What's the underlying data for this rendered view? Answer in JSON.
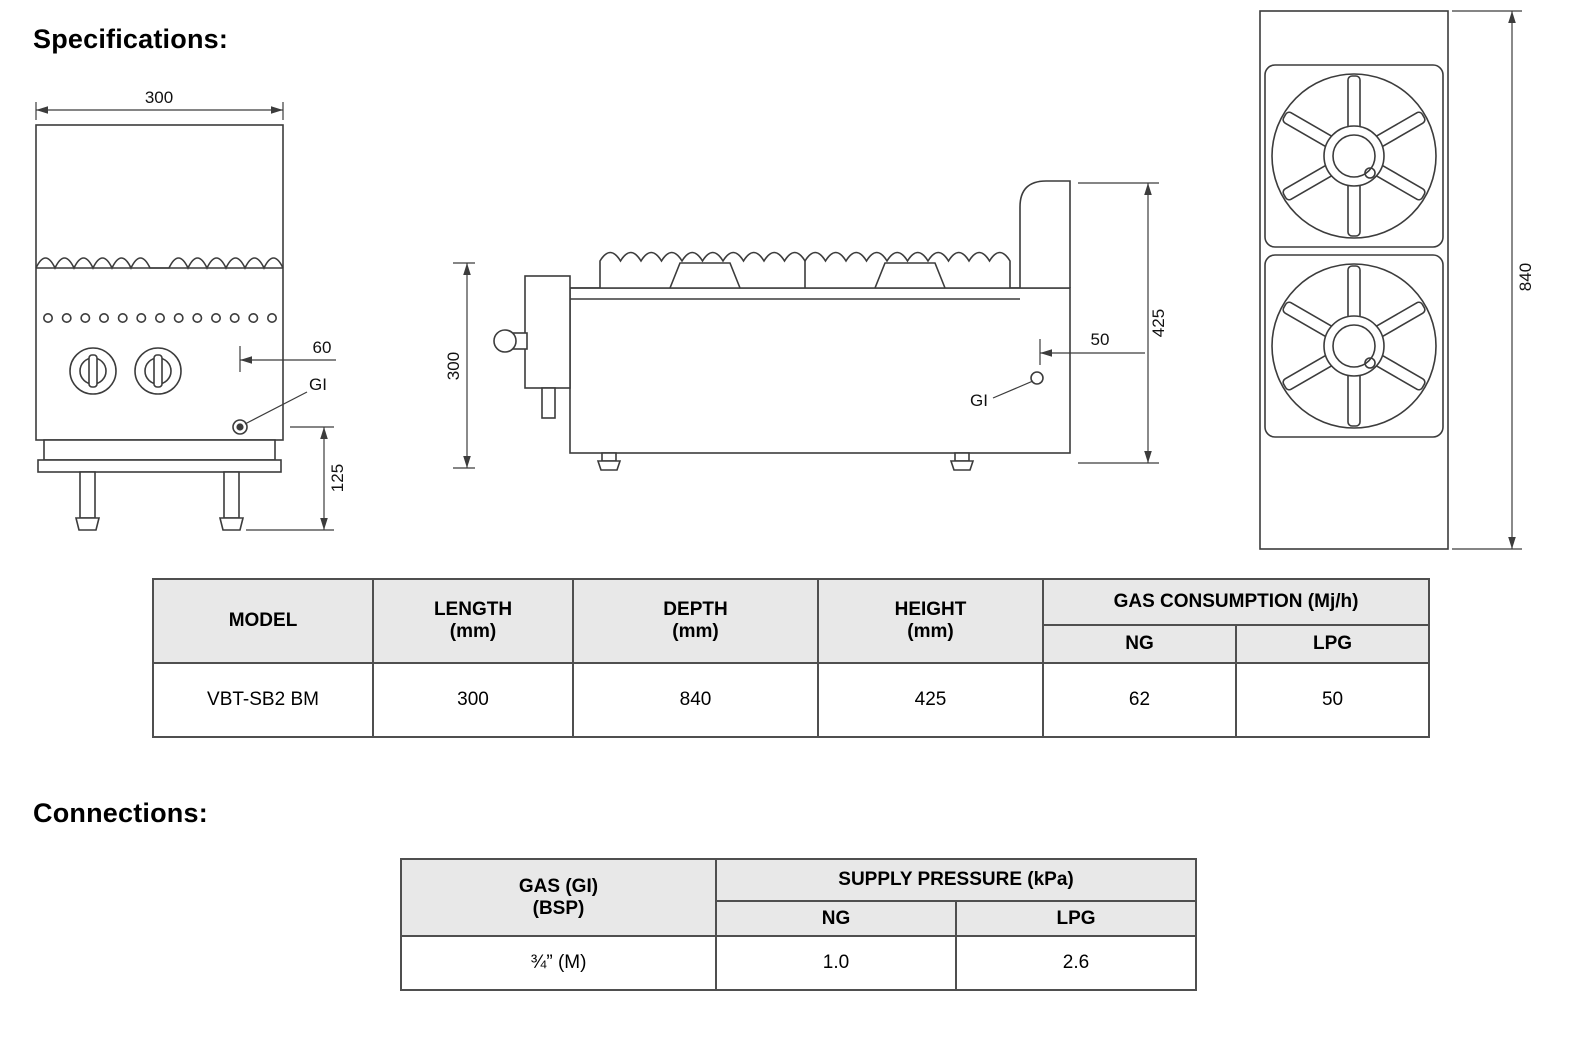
{
  "page": {
    "specifications_heading": "Specifications:",
    "connections_heading": "Connections:"
  },
  "drawings": {
    "front_view": {
      "width_dim": "300",
      "inlet_offset_dim": "60",
      "gas_inlet_label": "GI",
      "leg_height_dim": "125"
    },
    "side_view": {
      "depth_dim": "300",
      "height_dim": "425",
      "inlet_offset_dim": "50",
      "gas_inlet_label": "GI"
    },
    "top_view": {
      "depth_dim": "840"
    }
  },
  "spec_table": {
    "headers": {
      "model": "MODEL",
      "length_line1": "LENGTH",
      "length_line2": "(mm)",
      "depth_line1": "DEPTH",
      "depth_line2": "(mm)",
      "height_line1": "HEIGHT",
      "height_line2": "(mm)",
      "gas_consumption": "GAS CONSUMPTION (Mj/h)",
      "ng": "NG",
      "lpg": "LPG"
    },
    "rows": [
      {
        "model": "VBT-SB2 BM",
        "length_mm": "300",
        "depth_mm": "840",
        "height_mm": "425",
        "gas_ng": "62",
        "gas_lpg": "50"
      }
    ]
  },
  "connections_table": {
    "headers": {
      "gas_line1": "GAS (GI)",
      "gas_line2": "(BSP)",
      "supply_pressure": "SUPPLY PRESSURE (kPa)",
      "ng": "NG",
      "lpg": "LPG"
    },
    "rows": [
      {
        "size": "¾” (M)",
        "ng": "1.0",
        "lpg": "2.6"
      }
    ]
  }
}
